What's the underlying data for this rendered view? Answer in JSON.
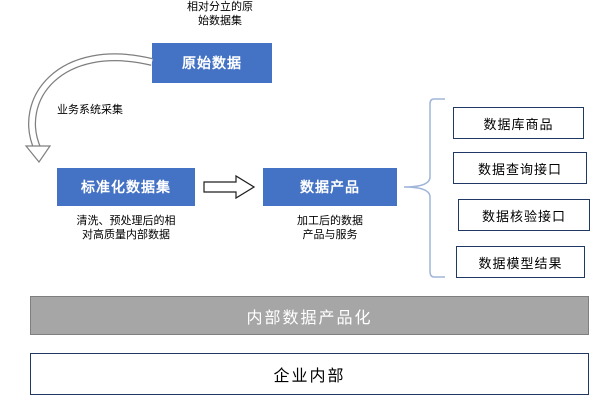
{
  "raw_note": [
    "相对分立的原",
    "始数据集"
  ],
  "raw_box": "原始数据",
  "collect_label": "业务系统采集",
  "standard_box": "标准化数据集",
  "standard_note": [
    "清洗、预处理后的相",
    "对高质量内部数据"
  ],
  "product_box": "数据产品",
  "product_note": [
    "加工后的数据",
    "产品与服务"
  ],
  "outputs": [
    "数据库商品",
    "数据查询接口",
    "数据核验接口",
    "数据模型结果"
  ],
  "gray_bar": "内部数据产品化",
  "bottom_bar": "企业内部",
  "colors": {
    "box_fill": "#4472c4",
    "bar_fill": "#a6a6a6",
    "border": "#1f3864"
  }
}
